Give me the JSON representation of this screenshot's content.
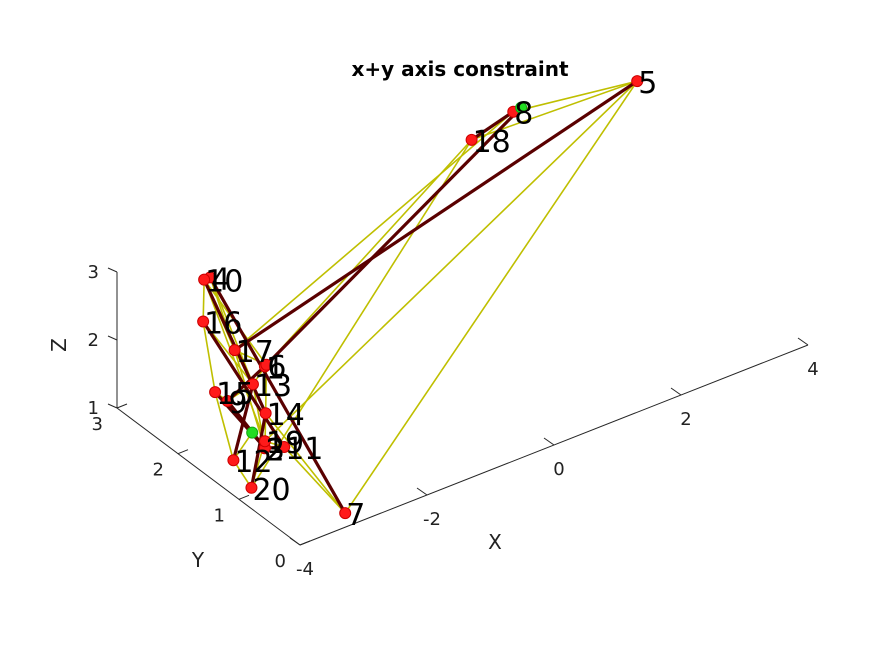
{
  "chart_data": {
    "type": "scatter",
    "title": "x+y axis constraint",
    "xlabel": "X",
    "ylabel": "Y",
    "zlabel": "Z",
    "x_ticks": [
      "-4",
      "-2",
      "0",
      "2",
      "4"
    ],
    "y_ticks": [
      "0",
      "1",
      "2",
      "3"
    ],
    "z_ticks": [
      "1",
      "2",
      "3"
    ],
    "xlim": [
      -4,
      4
    ],
    "ylim": [
      0,
      3
    ],
    "zlim": [
      1,
      3
    ],
    "grid": false,
    "edge_colors": {
      "mesh": "#bfbf00",
      "constraint": "#5a0000"
    },
    "node_colors": {
      "red": "#ff1a1a",
      "green": "#22dd22"
    },
    "nodes": [
      {
        "id": "1",
        "label": "1",
        "color": "red",
        "x": -3.4,
        "y": 1.2,
        "z": 2.6
      },
      {
        "id": "2",
        "label": "2",
        "color": "red",
        "x": -3.5,
        "y": 1.1,
        "z": 1.5
      },
      {
        "id": "3",
        "label": "3",
        "color": "red",
        "x": -3.4,
        "y": 1.2,
        "z": 1.4
      },
      {
        "id": "4",
        "label": "4",
        "color": "red",
        "x": -3.3,
        "y": 2.2,
        "z": 3.2
      },
      {
        "id": "5",
        "label": "5",
        "color": "red",
        "x": 4.0,
        "y": 2.8,
        "z": 3.0
      },
      {
        "id": "6",
        "label": "6",
        "color": "red",
        "x": -2.8,
        "y": 1.8,
        "z": 2.0
      },
      {
        "id": "7",
        "label": "7",
        "color": "red",
        "x": -3.0,
        "y": 0.3,
        "z": 0.9
      },
      {
        "id": "8",
        "label": "8",
        "color": "red",
        "x": 0.8,
        "y": 1.5,
        "z": 4.6
      },
      {
        "id": "9",
        "label": "9",
        "color": "red",
        "x": -3.7,
        "y": 1.5,
        "z": 2.0
      },
      {
        "id": "10",
        "label": "10",
        "color": "red",
        "x": -3.3,
        "y": 2.3,
        "z": 3.1
      },
      {
        "id": "11",
        "label": "11",
        "color": "red",
        "x": -3.0,
        "y": 1.3,
        "z": 1.2
      },
      {
        "id": "12",
        "label": "12",
        "color": "red",
        "x": -3.8,
        "y": 1.3,
        "z": 1.3
      },
      {
        "id": "13",
        "label": "13",
        "color": "red",
        "x": -3.3,
        "y": 1.5,
        "z": 2.1
      },
      {
        "id": "14",
        "label": "14",
        "color": "red",
        "x": -3.1,
        "y": 1.5,
        "z": 1.6
      },
      {
        "id": "15",
        "label": "15",
        "color": "red",
        "x": -3.8,
        "y": 1.6,
        "z": 2.1
      },
      {
        "id": "16",
        "label": "16",
        "color": "red",
        "x": -3.7,
        "y": 1.9,
        "z": 2.9
      },
      {
        "id": "17",
        "label": "17",
        "color": "red",
        "x": -3.3,
        "y": 1.8,
        "z": 2.4
      },
      {
        "id": "18",
        "label": "18",
        "color": "red",
        "x": 1.2,
        "y": 2.6,
        "z": 3.3
      },
      {
        "id": "19",
        "label": "19",
        "color": "red",
        "x": -3.4,
        "y": 1.2,
        "z": 1.5
      },
      {
        "id": "20",
        "label": "20",
        "color": "red",
        "x": -3.9,
        "y": 0.9,
        "z": 1.2
      },
      {
        "id": "g1",
        "label": "",
        "color": "green",
        "x": 1.5,
        "y": 2.1,
        "z": 4.0
      },
      {
        "id": "g2",
        "label": "",
        "color": "green",
        "x": -3.6,
        "y": 1.2,
        "z": 1.7
      }
    ],
    "mesh_edges": [
      [
        "8",
        "5"
      ],
      [
        "8",
        "g1"
      ],
      [
        "g1",
        "18"
      ],
      [
        "18",
        "5"
      ],
      [
        "8",
        "17"
      ],
      [
        "8",
        "18"
      ],
      [
        "5",
        "7"
      ],
      [
        "5",
        "19"
      ],
      [
        "18",
        "20"
      ],
      [
        "18",
        "6"
      ],
      [
        "4",
        "10"
      ],
      [
        "10",
        "16"
      ],
      [
        "16",
        "15"
      ],
      [
        "15",
        "12"
      ],
      [
        "12",
        "20"
      ],
      [
        "16",
        "13"
      ],
      [
        "10",
        "6"
      ],
      [
        "10",
        "17"
      ],
      [
        "4",
        "17"
      ],
      [
        "17",
        "6"
      ],
      [
        "17",
        "13"
      ],
      [
        "13",
        "3"
      ],
      [
        "3",
        "19"
      ],
      [
        "19",
        "11"
      ],
      [
        "11",
        "7"
      ],
      [
        "7",
        "14"
      ],
      [
        "14",
        "6"
      ],
      [
        "6",
        "13"
      ],
      [
        "9",
        "13"
      ],
      [
        "15",
        "9"
      ],
      [
        "12",
        "g2"
      ],
      [
        "20",
        "19"
      ],
      [
        "2",
        "19"
      ],
      [
        "3",
        "14"
      ],
      [
        "17",
        "2"
      ],
      [
        "10",
        "19"
      ],
      [
        "4",
        "13"
      ]
    ],
    "constraint_edges": [
      [
        "8",
        "18"
      ],
      [
        "g1",
        "6"
      ],
      [
        "17",
        "5"
      ],
      [
        "4",
        "7"
      ],
      [
        "10",
        "14"
      ],
      [
        "16",
        "11"
      ],
      [
        "9",
        "6"
      ],
      [
        "15",
        "3"
      ],
      [
        "12",
        "13"
      ],
      [
        "20",
        "14"
      ],
      [
        "2",
        "11"
      ],
      [
        "3",
        "9"
      ]
    ]
  }
}
